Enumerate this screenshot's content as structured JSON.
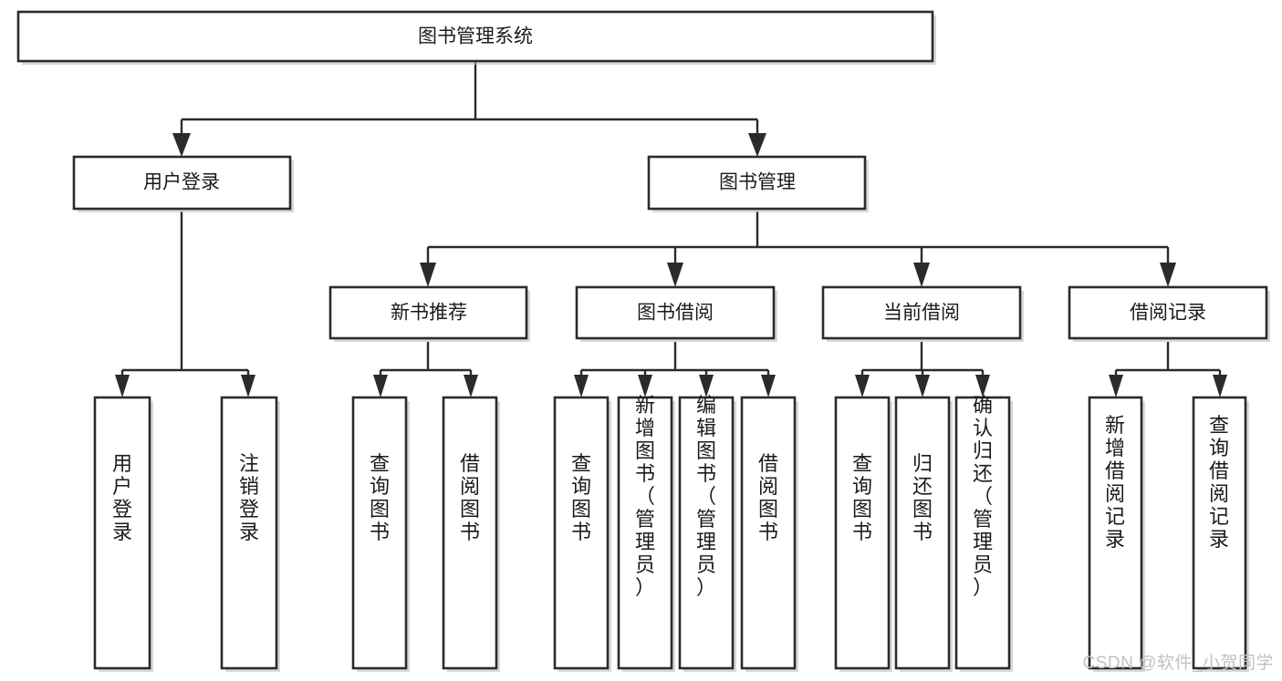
{
  "diagram": {
    "type": "tree-hierarchy-chart",
    "title_text": "图书管理系统",
    "colors": {
      "box_stroke": "#2b2b2b",
      "box_fill": "#ffffff",
      "connector": "#2b2b2b",
      "text": "#1b1b1b",
      "background": "#ffffff",
      "watermark": "#c2c2c2"
    },
    "levels": {
      "level0_label": "图书管理系统",
      "level1": [
        {
          "id": "user-login",
          "label": "用户登录"
        },
        {
          "id": "book-management",
          "label": "图书管理"
        }
      ],
      "level2": [
        {
          "id": "new-book-recommend",
          "label": "新书推荐"
        },
        {
          "id": "book-borrow",
          "label": "图书借阅"
        },
        {
          "id": "current-borrow",
          "label": "当前借阅"
        },
        {
          "id": "borrow-record",
          "label": "借阅记录"
        }
      ],
      "level3": [
        {
          "id": "leaf-user-login",
          "label": "用户登录",
          "parent": "user-login"
        },
        {
          "id": "leaf-logout-login",
          "label": "注销登录",
          "parent": "user-login"
        },
        {
          "id": "leaf-query-book-1",
          "label": "查询图书",
          "parent": "new-book-recommend"
        },
        {
          "id": "leaf-borrow-book-1",
          "label": "借阅图书",
          "parent": "new-book-recommend"
        },
        {
          "id": "leaf-query-book-2",
          "label": "查询图书",
          "parent": "book-borrow"
        },
        {
          "id": "leaf-add-book-admin",
          "label": "新增图书（管理员）",
          "parent": "book-borrow"
        },
        {
          "id": "leaf-edit-book-admin",
          "label": "编辑图书（管理员）",
          "parent": "book-borrow"
        },
        {
          "id": "leaf-borrow-book-2",
          "label": "借阅图书",
          "parent": "book-borrow"
        },
        {
          "id": "leaf-query-book-3",
          "label": "查询图书",
          "parent": "current-borrow"
        },
        {
          "id": "leaf-return-book",
          "label": "归还图书",
          "parent": "current-borrow"
        },
        {
          "id": "leaf-confirm-return-admin",
          "label": "确认归还（管理员）",
          "parent": "current-borrow"
        },
        {
          "id": "leaf-add-borrow-record",
          "label": "新增借阅记录",
          "parent": "borrow-record"
        },
        {
          "id": "leaf-query-borrow-record",
          "label": "查询借阅记录",
          "parent": "borrow-record"
        }
      ]
    }
  },
  "watermark": {
    "text": "CSDN @软件_小贺同学"
  }
}
